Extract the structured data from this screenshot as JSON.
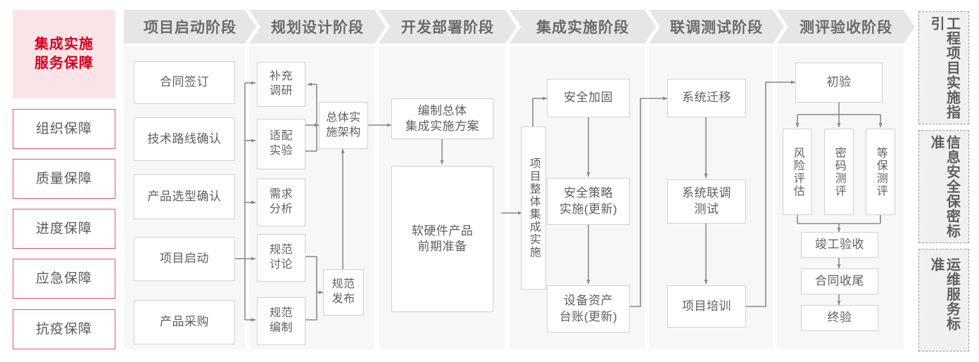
{
  "left_sidebar": {
    "title": "集成实施\n服务保障",
    "items": [
      {
        "label": "组织保障"
      },
      {
        "label": "质量保障"
      },
      {
        "label": "进度保障"
      },
      {
        "label": "应急保障"
      },
      {
        "label": "抗疫保障"
      }
    ],
    "accent_color": "#d6001c",
    "title_bg": "#fbe4e8",
    "border_color": "#e0576b"
  },
  "phases": [
    {
      "id": "p1",
      "label": "项目启动阶段"
    },
    {
      "id": "p2",
      "label": "规划设计阶段"
    },
    {
      "id": "p3",
      "label": "开发部署阶段"
    },
    {
      "id": "p4",
      "label": "集成实施阶段"
    },
    {
      "id": "p5",
      "label": "联调测试阶段"
    },
    {
      "id": "p6",
      "label": "测评验收阶段"
    }
  ],
  "nodes": {
    "n_contract": "合同签订",
    "n_techroute": "技术路线确认",
    "n_product_sel": "产品选型确认",
    "n_kickoff": "项目启动",
    "n_procure": "产品采购",
    "n_survey": "补充\n调研",
    "n_adapt": "适配\n实验",
    "n_require": "需求\n分析",
    "n_spec_discuss": "规范\n讨论",
    "n_spec_write": "规范\n编制",
    "n_arch": "总体实\n施架构",
    "n_spec_pub": "规范\n发布",
    "n_plan_doc": "编制总体\n集成实施方案",
    "n_hwsw_prep": "软硬件产品\n前期准备",
    "n_overall_impl": "项目整体集成实施",
    "n_sec_harden": "安全加固",
    "n_sec_policy": "安全策略\n实施(更新)",
    "n_asset_ledger": "设备资产\n台账(更新)",
    "n_sys_migrate": "系统迁移",
    "n_joint_test": "系统联调\n测试",
    "n_training": "项目培训",
    "n_first_check": "初验",
    "n_risk_eval": "风险评估",
    "n_crypto_eval": "密码测评",
    "n_grade_eval": "等保测评",
    "n_completion": "竣工验收",
    "n_contract_close": "合同收尾",
    "n_final_check": "终验"
  },
  "right_sidebar": {
    "items": [
      {
        "label": "工程项目实施指引"
      },
      {
        "label": "信息安全保密标准"
      },
      {
        "label": "运维服务标准"
      }
    ]
  },
  "colors": {
    "header_bg": "#e6e6e6",
    "column_bg": "#f7f7f7",
    "node_border": "#d2d2d2",
    "wire": "#8a8a8a",
    "text": "#5f5f5f"
  }
}
